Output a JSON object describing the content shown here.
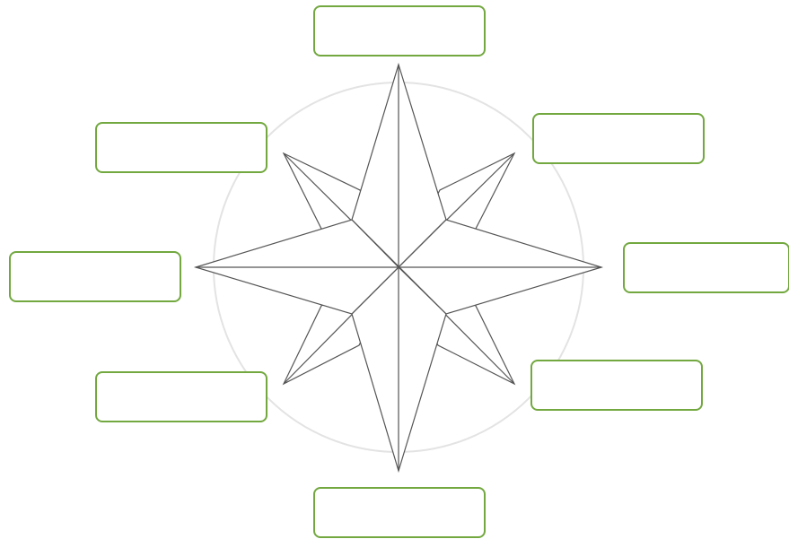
{
  "diagram": {
    "type": "compass-rose-worksheet",
    "colors": {
      "box_border": "#72a83f",
      "star_stroke": "#555555",
      "circle_stroke": "#e3e3e3"
    },
    "direction_boxes": [
      {
        "id": "n",
        "label": ""
      },
      {
        "id": "ne",
        "label": ""
      },
      {
        "id": "e",
        "label": ""
      },
      {
        "id": "se",
        "label": ""
      },
      {
        "id": "s",
        "label": ""
      },
      {
        "id": "sw",
        "label": ""
      },
      {
        "id": "w",
        "label": ""
      },
      {
        "id": "nw",
        "label": ""
      }
    ]
  }
}
